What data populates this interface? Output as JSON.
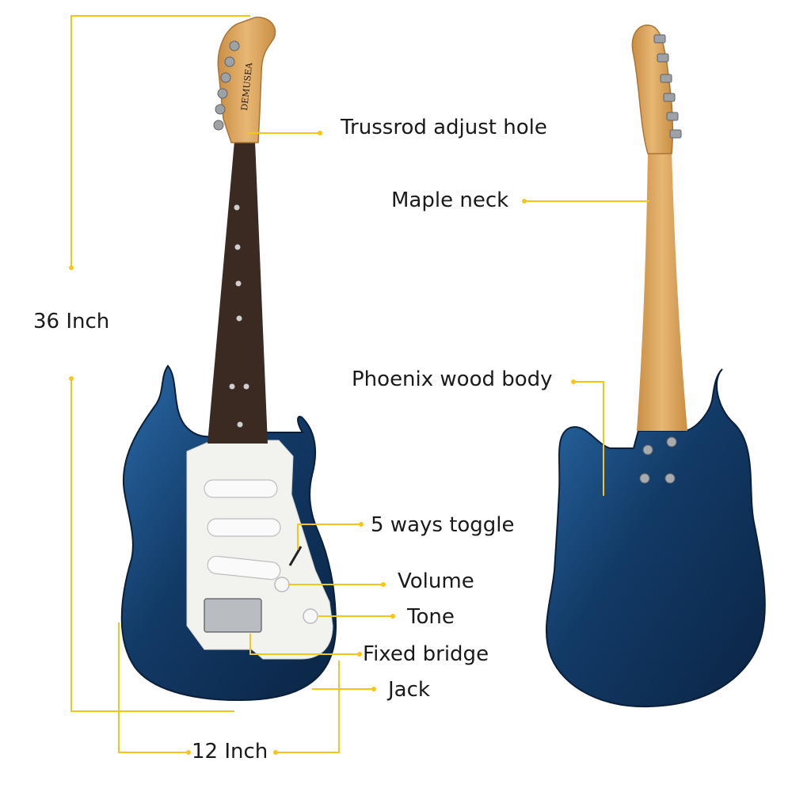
{
  "brand_text": "DEMUSEA",
  "colors": {
    "accent": "#f5c51b",
    "body_blue": "#123a66",
    "body_blue_light": "#2a6aa8",
    "maple": "#d9a45a",
    "rosewood": "#3b2a22",
    "pickguard": "#f2f2ef",
    "chrome": "#b9bcc0"
  },
  "dimensions": {
    "length": "36 Inch",
    "width": "12 Inch"
  },
  "callouts": {
    "trussrod": "Trussrod adjust hole",
    "maple_neck": "Maple neck",
    "phoenix_body": "Phoenix wood body",
    "toggle": "5 ways toggle",
    "volume": "Volume",
    "tone": "Tone",
    "fixed_bridge": "Fixed bridge",
    "jack": "Jack"
  }
}
